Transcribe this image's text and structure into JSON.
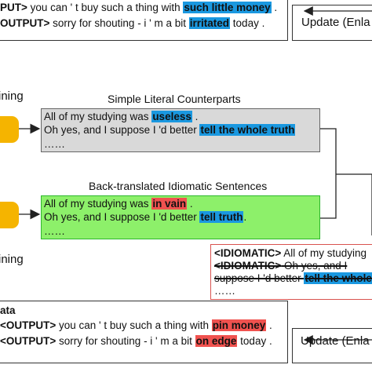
{
  "top_block": {
    "line1": {
      "tag": "PUT>",
      "text": " you can ' t buy such a thing with ",
      "highlight": "such little money",
      "end": " ."
    },
    "line2": {
      "tag": "OUTPUT>",
      "text": " sorry for shouting - i ' m a bit ",
      "highlight": "irritated",
      "end": " today ."
    },
    "update_label": "Update (Enla"
  },
  "left_labels": {
    "top": "ining",
    "bottom": "ining"
  },
  "literal": {
    "title": "Simple Literal Counterparts",
    "line1": {
      "text": "All of my studying was ",
      "highlight": "useless",
      "end": " ."
    },
    "line2": {
      "text": "Oh yes, and I suppose I 'd better ",
      "highlight": "tell the whole truth",
      "end": ""
    },
    "ellipsis": "……"
  },
  "idiomatic": {
    "title": "Back-translated Idiomatic Sentences",
    "line1": {
      "text": "All of my studying was ",
      "highlight": "in vain",
      "end": " ."
    },
    "line2": {
      "text": "Oh yes, and I suppose I 'd better ",
      "highlight": "tell truth",
      "end": "."
    },
    "ellipsis": "……"
  },
  "right_box": {
    "line1": {
      "tag": "<IDIOMATIC>",
      "text": " All of my studying"
    },
    "line2": {
      "tag": "<IDIOMATIC>",
      "text": " Oh yes, and I"
    },
    "line3": {
      "text": "suppose I 'd better ",
      "highlight": "tell the whole"
    },
    "ellipsis": "……"
  },
  "bottom_block": {
    "title": "ata",
    "line1": {
      "tag": "<OUTPUT>",
      "text": " you can ' t buy such a thing with ",
      "highlight": "pin money",
      "end": " ."
    },
    "line2": {
      "tag": "<OUTPUT>",
      "text": " sorry for shouting - i ' m a bit ",
      "highlight": "on edge",
      "end": " today ."
    },
    "update_label": "Update (Enla"
  },
  "colors": {
    "highlight_blue": "#1a98e0",
    "highlight_red": "#f0524f",
    "literal_box_fill": "#d9d9d9",
    "idiomatic_box_fill": "#8df06a",
    "idiomatic_box_border": "#2db82d",
    "right_box_border": "#d9534f",
    "yellow_shape": "#f5b400"
  }
}
